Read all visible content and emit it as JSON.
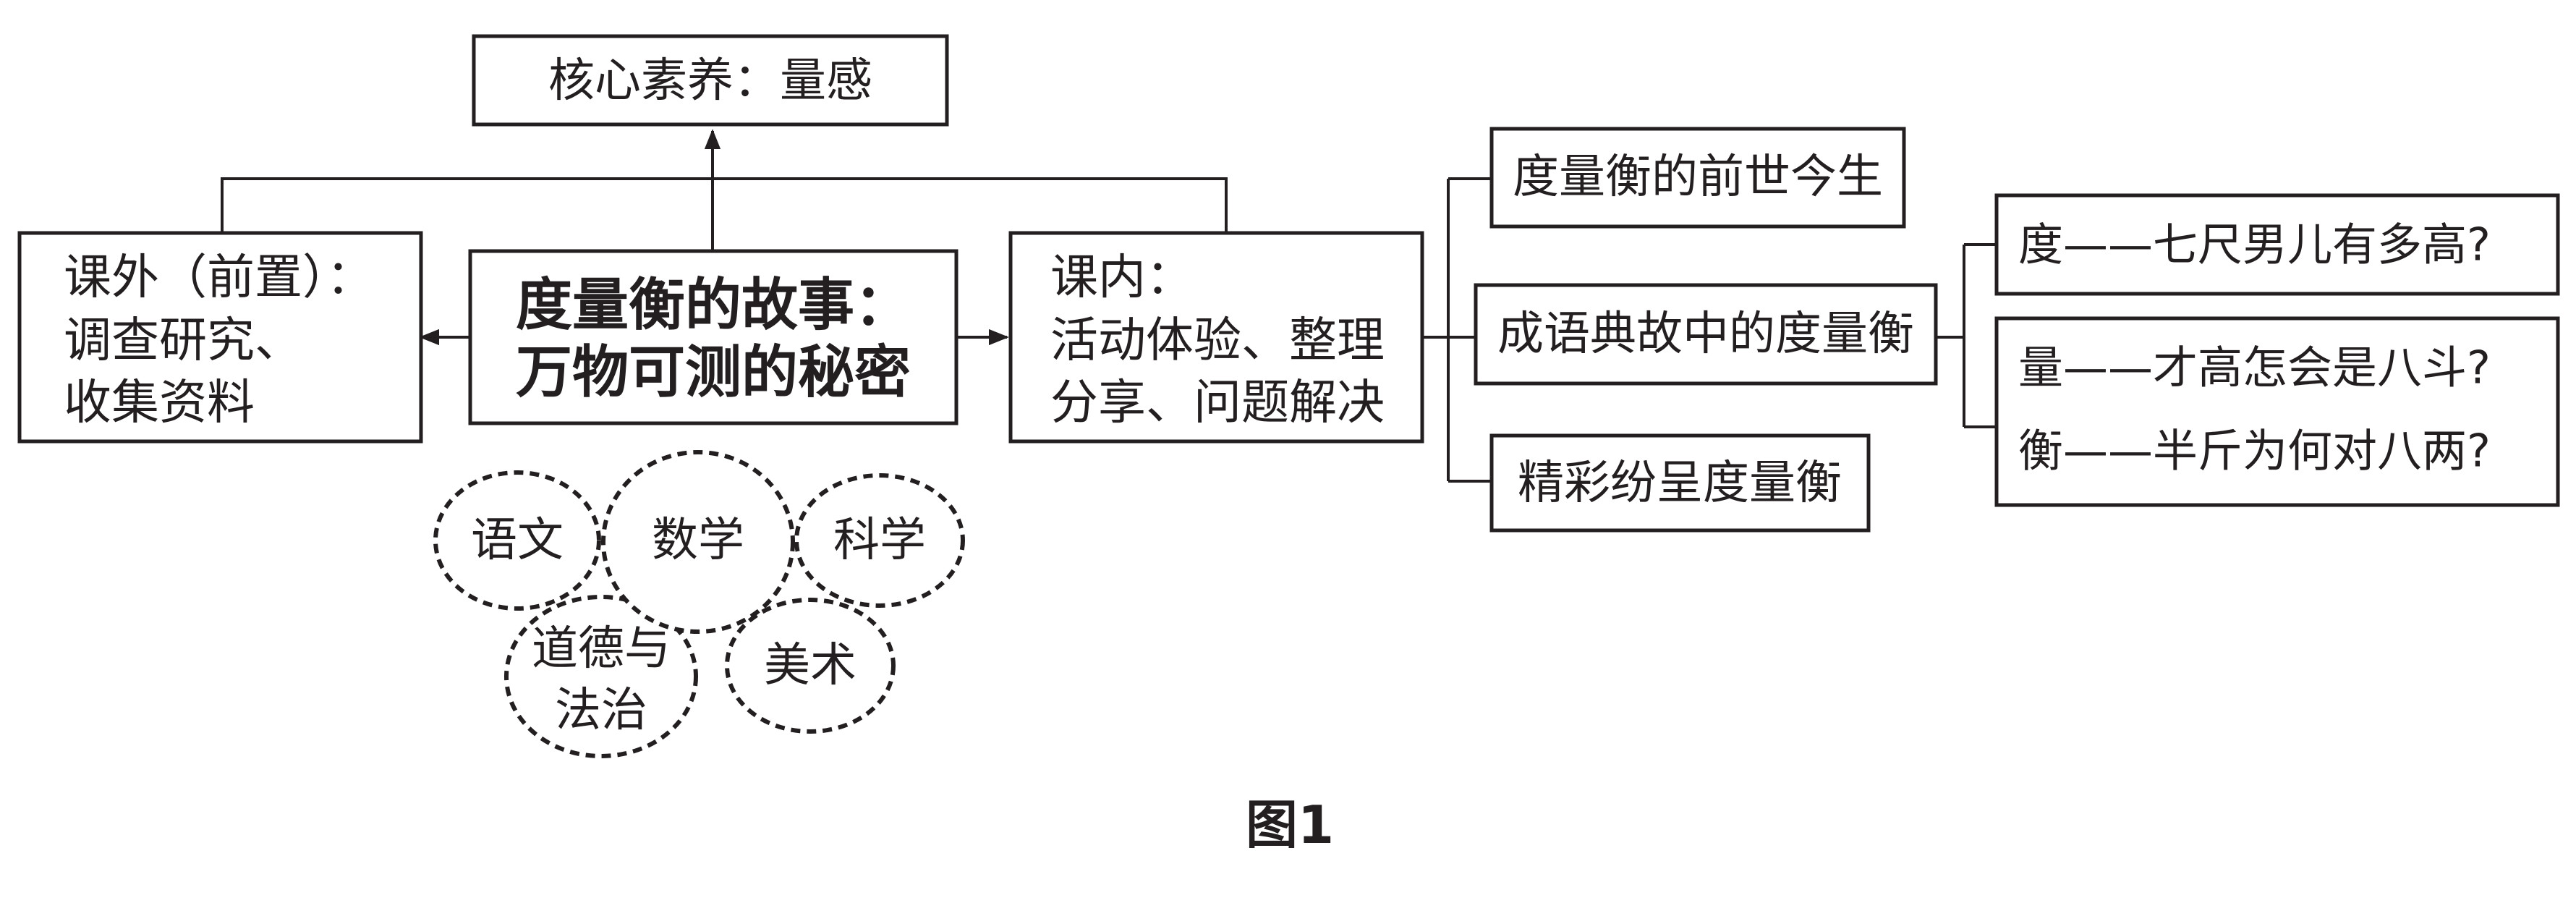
{
  "top_box": {
    "text": "核心素养：量感"
  },
  "center_box": {
    "line1": "度量衡的故事：",
    "line2": "万物可测的秘密"
  },
  "left_box": {
    "line1": "课外（前置）：",
    "line2": "调查研究、",
    "line3": "收集资料"
  },
  "middle_box": {
    "line1": "课内：",
    "line2": "活动体验、整理",
    "line3": "分享、问题解决"
  },
  "subjects": {
    "chinese": "语文",
    "math": "数学",
    "science": "科学",
    "morality_line1": "道德与",
    "morality_line2": "法治",
    "art": "美术"
  },
  "branches": {
    "history": "度量衡的前世今生",
    "idioms": "成语典故中的度量衡",
    "wonderful": "精彩纷呈度量衡"
  },
  "questions": {
    "du": "度——七尺男儿有多高?",
    "liang": "量——才高怎会是八斗?",
    "heng": "衡——半斤为何对八两?"
  },
  "caption": "图1",
  "colors": {
    "ink": "#231f20",
    "background": "#ffffff"
  }
}
